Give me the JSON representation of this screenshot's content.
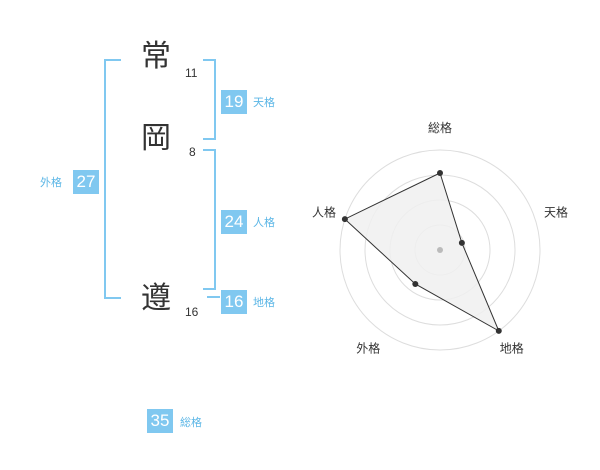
{
  "characters": [
    {
      "kanji": "常",
      "strokes": "11"
    },
    {
      "kanji": "岡",
      "strokes": "8"
    },
    {
      "kanji": "遵",
      "strokes": "16"
    }
  ],
  "fortunes": {
    "tenkaku": {
      "value": "19",
      "label": "天格"
    },
    "jinkaku": {
      "value": "24",
      "label": "人格"
    },
    "chikaku": {
      "value": "16",
      "label": "地格"
    },
    "gaikaku": {
      "value": "27",
      "label": "外格"
    },
    "soukaku": {
      "value": "35",
      "label": "総格"
    }
  },
  "chart_data": {
    "type": "radar",
    "axes": [
      "総格",
      "天格",
      "地格",
      "外格",
      "人格"
    ],
    "values": [
      0.77,
      0.23,
      1.0,
      0.42,
      1.0
    ],
    "rings": 4,
    "colors": {
      "line": "#333333",
      "fill": "#f0f0f0",
      "ring": "#dddddd",
      "point": "#333333",
      "center": "#bbbbbb"
    }
  }
}
